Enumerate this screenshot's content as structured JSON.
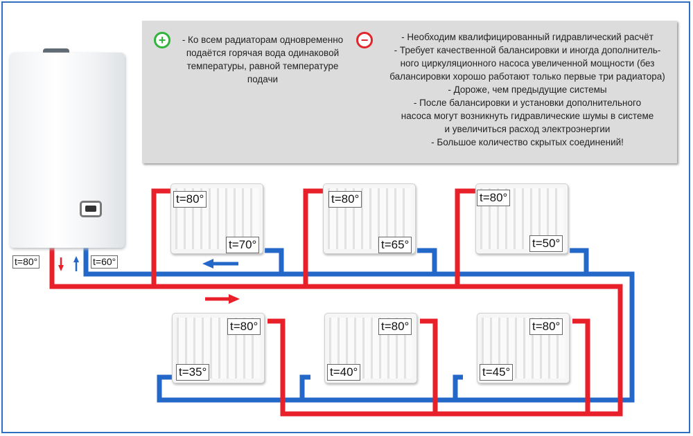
{
  "advantages": {
    "lines": [
      "- Ко всем радиаторам одновременно",
      "подаётся горячая вода одинаковой",
      "температуры, равной температуре",
      "подачи"
    ]
  },
  "disadvantages": {
    "lines": [
      "- Необходим квалифицированный гидравлический расчёт",
      "- Требует качественной балансировки и иногда дополнитель-",
      "ного циркуляционного насоса увеличенной мощности (без",
      "балансировки хорошо работают только первые три радиатора)",
      "- Дороже, чем предыдущие системы",
      "- После балансировки и установки дополнительного",
      "насоса могут возникнуть гидравлические шумы в системе",
      "и увеличиться расход электроэнергии",
      "- Большое количество скрытых соединений!"
    ]
  },
  "icons": {
    "plus": "plus-icon",
    "minus": "minus-icon"
  },
  "signs": {
    "plus": "+",
    "minus": "−"
  },
  "colors": {
    "supply": "#e8202a",
    "return": "#2367c9",
    "plus": "#2fb53a",
    "minus": "#e0262b",
    "frame": "#2f6fbf"
  },
  "boiler": {
    "supply_temp": "t=80°",
    "return_temp": "t=60°"
  },
  "radiators_top": [
    {
      "in": "t=80°",
      "out": "t=70°"
    },
    {
      "in": "t=80°",
      "out": "t=65°"
    },
    {
      "in": "t=80°",
      "out": "t=50°"
    }
  ],
  "radiators_bottom": [
    {
      "in": "t=80°",
      "out": "t=35°"
    },
    {
      "in": "t=80°",
      "out": "t=40°"
    },
    {
      "in": "t=80°",
      "out": "t=45°"
    }
  ]
}
